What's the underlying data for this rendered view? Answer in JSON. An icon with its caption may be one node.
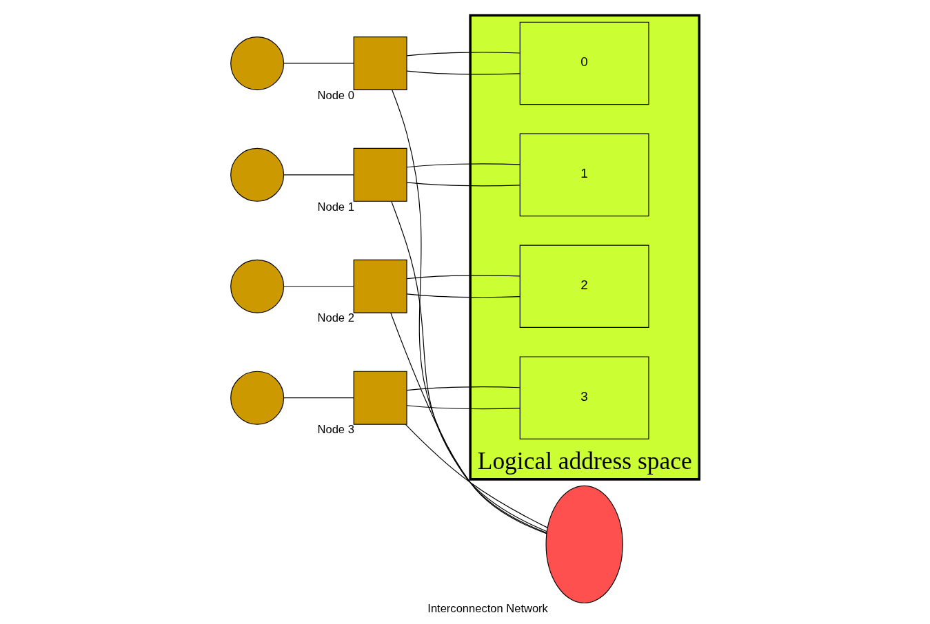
{
  "diagram": {
    "nodes": [
      {
        "text": [
          "Logical address space"
        ]
      },
      {
        "text": [
          "0"
        ],
        "in": 0
      },
      {
        "text": [
          "1"
        ],
        "in": 0
      },
      {
        "text": [
          "2"
        ],
        "in": 0
      },
      {
        "text": [
          "3"
        ],
        "in": 0
      },
      {
        "text": [],
        "shape": "circle"
      },
      {
        "text": [],
        "shape": "box",
        "beside": [
          "Node 0"
        ]
      },
      {
        "text": [],
        "shape": "circle"
      },
      {
        "text": [],
        "shape": "box",
        "beside": [
          "Node 1"
        ]
      },
      {
        "text": [],
        "shape": "ellipse",
        "beside": [
          "Interconnecton Network"
        ]
      },
      {
        "text": [],
        "shape": "circle"
      },
      {
        "text": [],
        "shape": "box",
        "beside": [
          "Node 2"
        ]
      },
      {
        "text": [],
        "shape": "circle"
      },
      {
        "text": [],
        "shape": "box",
        "beside": [
          "Node 3"
        ]
      }
    ],
    "edges": [
      {
        "from": 5,
        "to": 6,
        "arrow": "none"
      },
      {
        "from": 7,
        "to": 8,
        "arrow": "none"
      },
      {
        "from": 10,
        "to": 11,
        "arrow": "none"
      },
      {
        "from": 12,
        "to": 13,
        "arrow": "none"
      },
      {
        "from": 6,
        "to": 9,
        "arrow": "none"
      },
      {
        "from": 8,
        "to": 9,
        "arrow": "none"
      },
      {
        "from": 11,
        "to": 9,
        "arrow": "none"
      },
      {
        "from": 13,
        "to": 9,
        "arrow": "none"
      },
      {
        "from": 6,
        "to": 1,
        "arrow": "none"
      },
      {
        "from": 6,
        "to": 1,
        "arrow": "none"
      },
      {
        "from": 8,
        "to": 2,
        "arrow": "none"
      },
      {
        "from": 8,
        "to": 2,
        "arrow": "none"
      },
      {
        "from": 11,
        "to": 3,
        "arrow": "none"
      },
      {
        "from": 11,
        "to": 3,
        "arrow": "none"
      },
      {
        "from": 13,
        "to": 4,
        "arrow": "none"
      },
      {
        "from": 13,
        "to": 4,
        "arrow": "none"
      }
    ]
  }
}
